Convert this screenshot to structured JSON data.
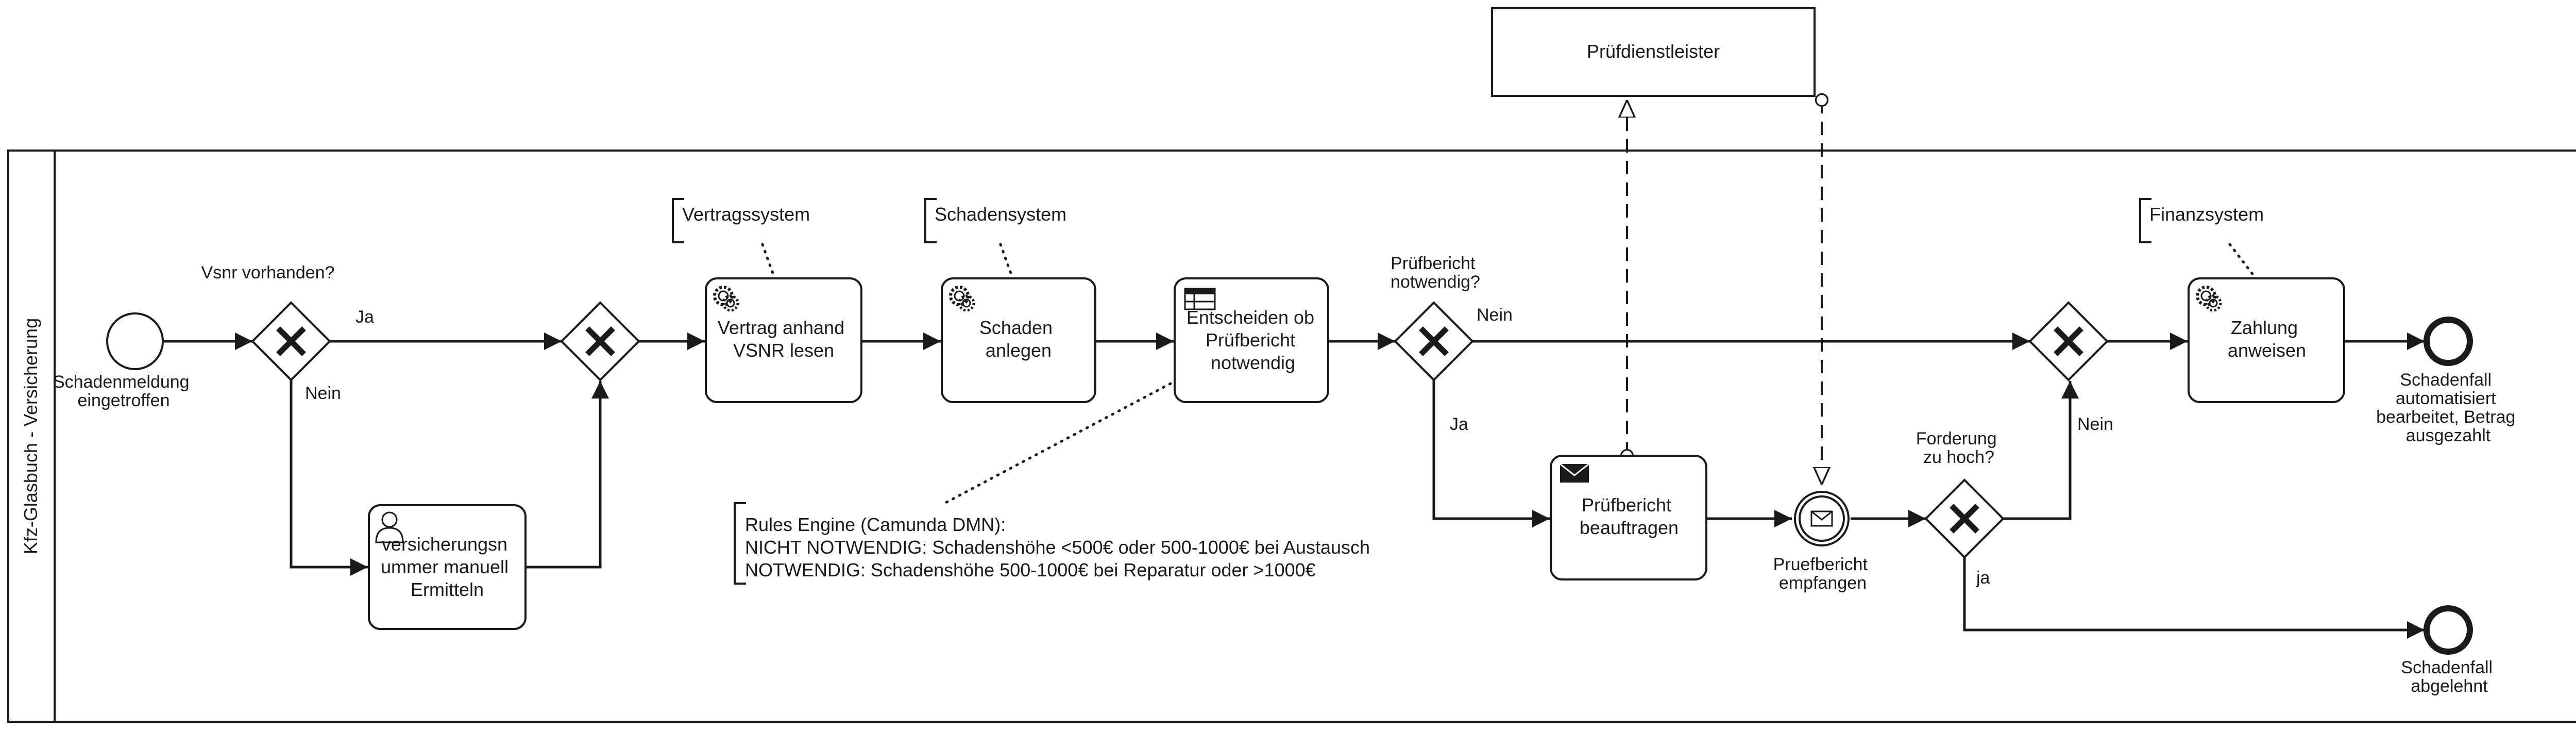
{
  "pool": {
    "label": "Kfz-Glasbuch - Versicherung"
  },
  "external": {
    "label": "Prüfdienstleister"
  },
  "start_event": {
    "label_lines": [
      "Schadenmeldung",
      "eingetroffen"
    ]
  },
  "gateway1": {
    "label": "Vsnr vorhanden?",
    "flow_yes": "Ja",
    "flow_no": "Nein"
  },
  "task_manual": {
    "label_lines": [
      "versicherungsn",
      "ummer manuell",
      "Ermitteln"
    ]
  },
  "task_vertrag": {
    "label_lines": [
      "Vertrag anhand",
      "VSNR lesen"
    ]
  },
  "task_schaden": {
    "label_lines": [
      "Schaden",
      "anlegen"
    ]
  },
  "task_entscheiden": {
    "label_lines": [
      "Entscheiden ob",
      "Prüfbericht",
      "notwendig"
    ]
  },
  "gateway3": {
    "label_lines": [
      "Prüfbericht",
      "notwendig?"
    ],
    "flow_no": "Nein",
    "flow_yes": "Ja"
  },
  "task_beauftragen": {
    "label_lines": [
      "Prüfbericht",
      "beauftragen"
    ]
  },
  "catch_event": {
    "label_lines": [
      "Pruefbericht",
      "empfangen"
    ]
  },
  "gateway4": {
    "label_lines": [
      "Forderung",
      "zu hoch?"
    ],
    "flow_no": "Nein",
    "flow_yes": "ja"
  },
  "task_zahlung": {
    "label_lines": [
      "Zahlung",
      "anweisen"
    ]
  },
  "end_paid": {
    "label_lines": [
      "Schadenfall",
      "automatisiert",
      "bearbeitet, Betrag",
      "ausgezahlt"
    ]
  },
  "end_rejected": {
    "label_lines": [
      "Schadenfall",
      "abgelehnt"
    ]
  },
  "annotations": {
    "vertragssystem": "Vertragssystem",
    "schadensystem": "Schadensystem",
    "finanzsystem": "Finanzsystem",
    "rules_lines": [
      "Rules Engine (Camunda DMN):",
      "NICHT NOTWENDIG: Schadenshöhe <500€ oder 500-1000€ bei Austausch",
      "NOTWENDIG: Schadenshöhe 500-1000€ bei Reparatur oder >1000€"
    ]
  }
}
